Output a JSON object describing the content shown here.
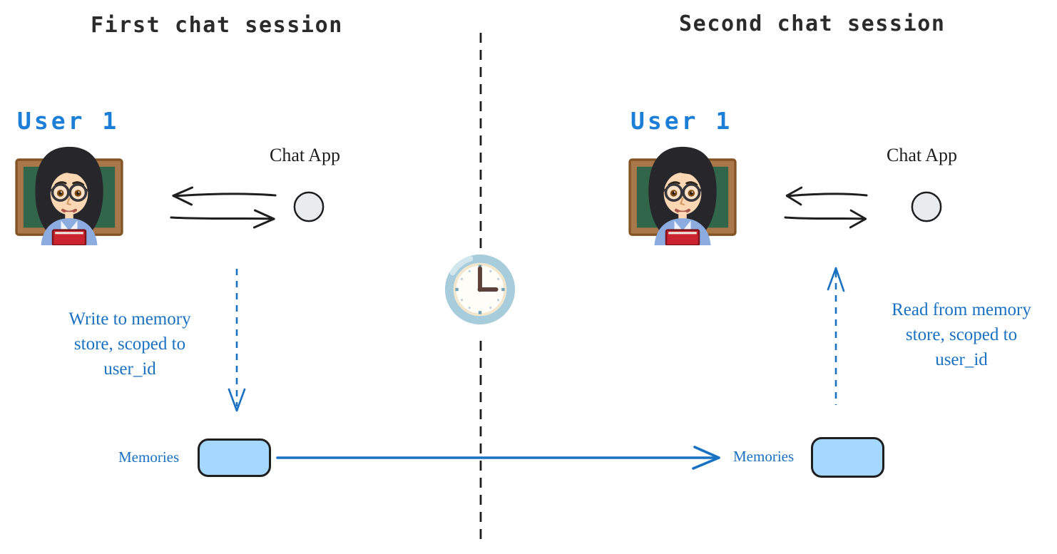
{
  "diagram": {
    "left": {
      "title": "First chat session",
      "user_label": "User 1",
      "app_label": "Chat App",
      "memory_label": "Memories",
      "note": {
        "line1": "Write to memory",
        "line2": "store, scoped to",
        "line3": "user_id"
      }
    },
    "right": {
      "title": "Second chat session",
      "user_label": "User 1",
      "app_label": "Chat App",
      "memory_label": "Memories",
      "note": {
        "line1": "Read from memory",
        "line2": "store, scoped to",
        "line3": "user_id"
      }
    },
    "icons": {
      "user_avatar": "woman-teacher-emoji",
      "chat_app_node": "gray-circle-node",
      "exchange": "left-right-arrows",
      "timeline_clock": "clock-three-oclock",
      "session_divider": "vertical-dashed-line",
      "write_arrow": "dashed-down-arrow",
      "read_arrow": "dashed-up-arrow",
      "transfer_arrow": "solid-right-arrow"
    },
    "colors": {
      "accent_blue": "#1971c2",
      "user_label_blue": "#1c7ed6",
      "ink": "#1e1e1e",
      "memory_box_fill": "#a5d8ff",
      "memory_box_stroke": "#1e1e1e",
      "node_fill": "#e9ecef",
      "clock_rim": "#a7ccdb",
      "clock_hands": "#5d4037",
      "background": "#ffffff"
    }
  }
}
